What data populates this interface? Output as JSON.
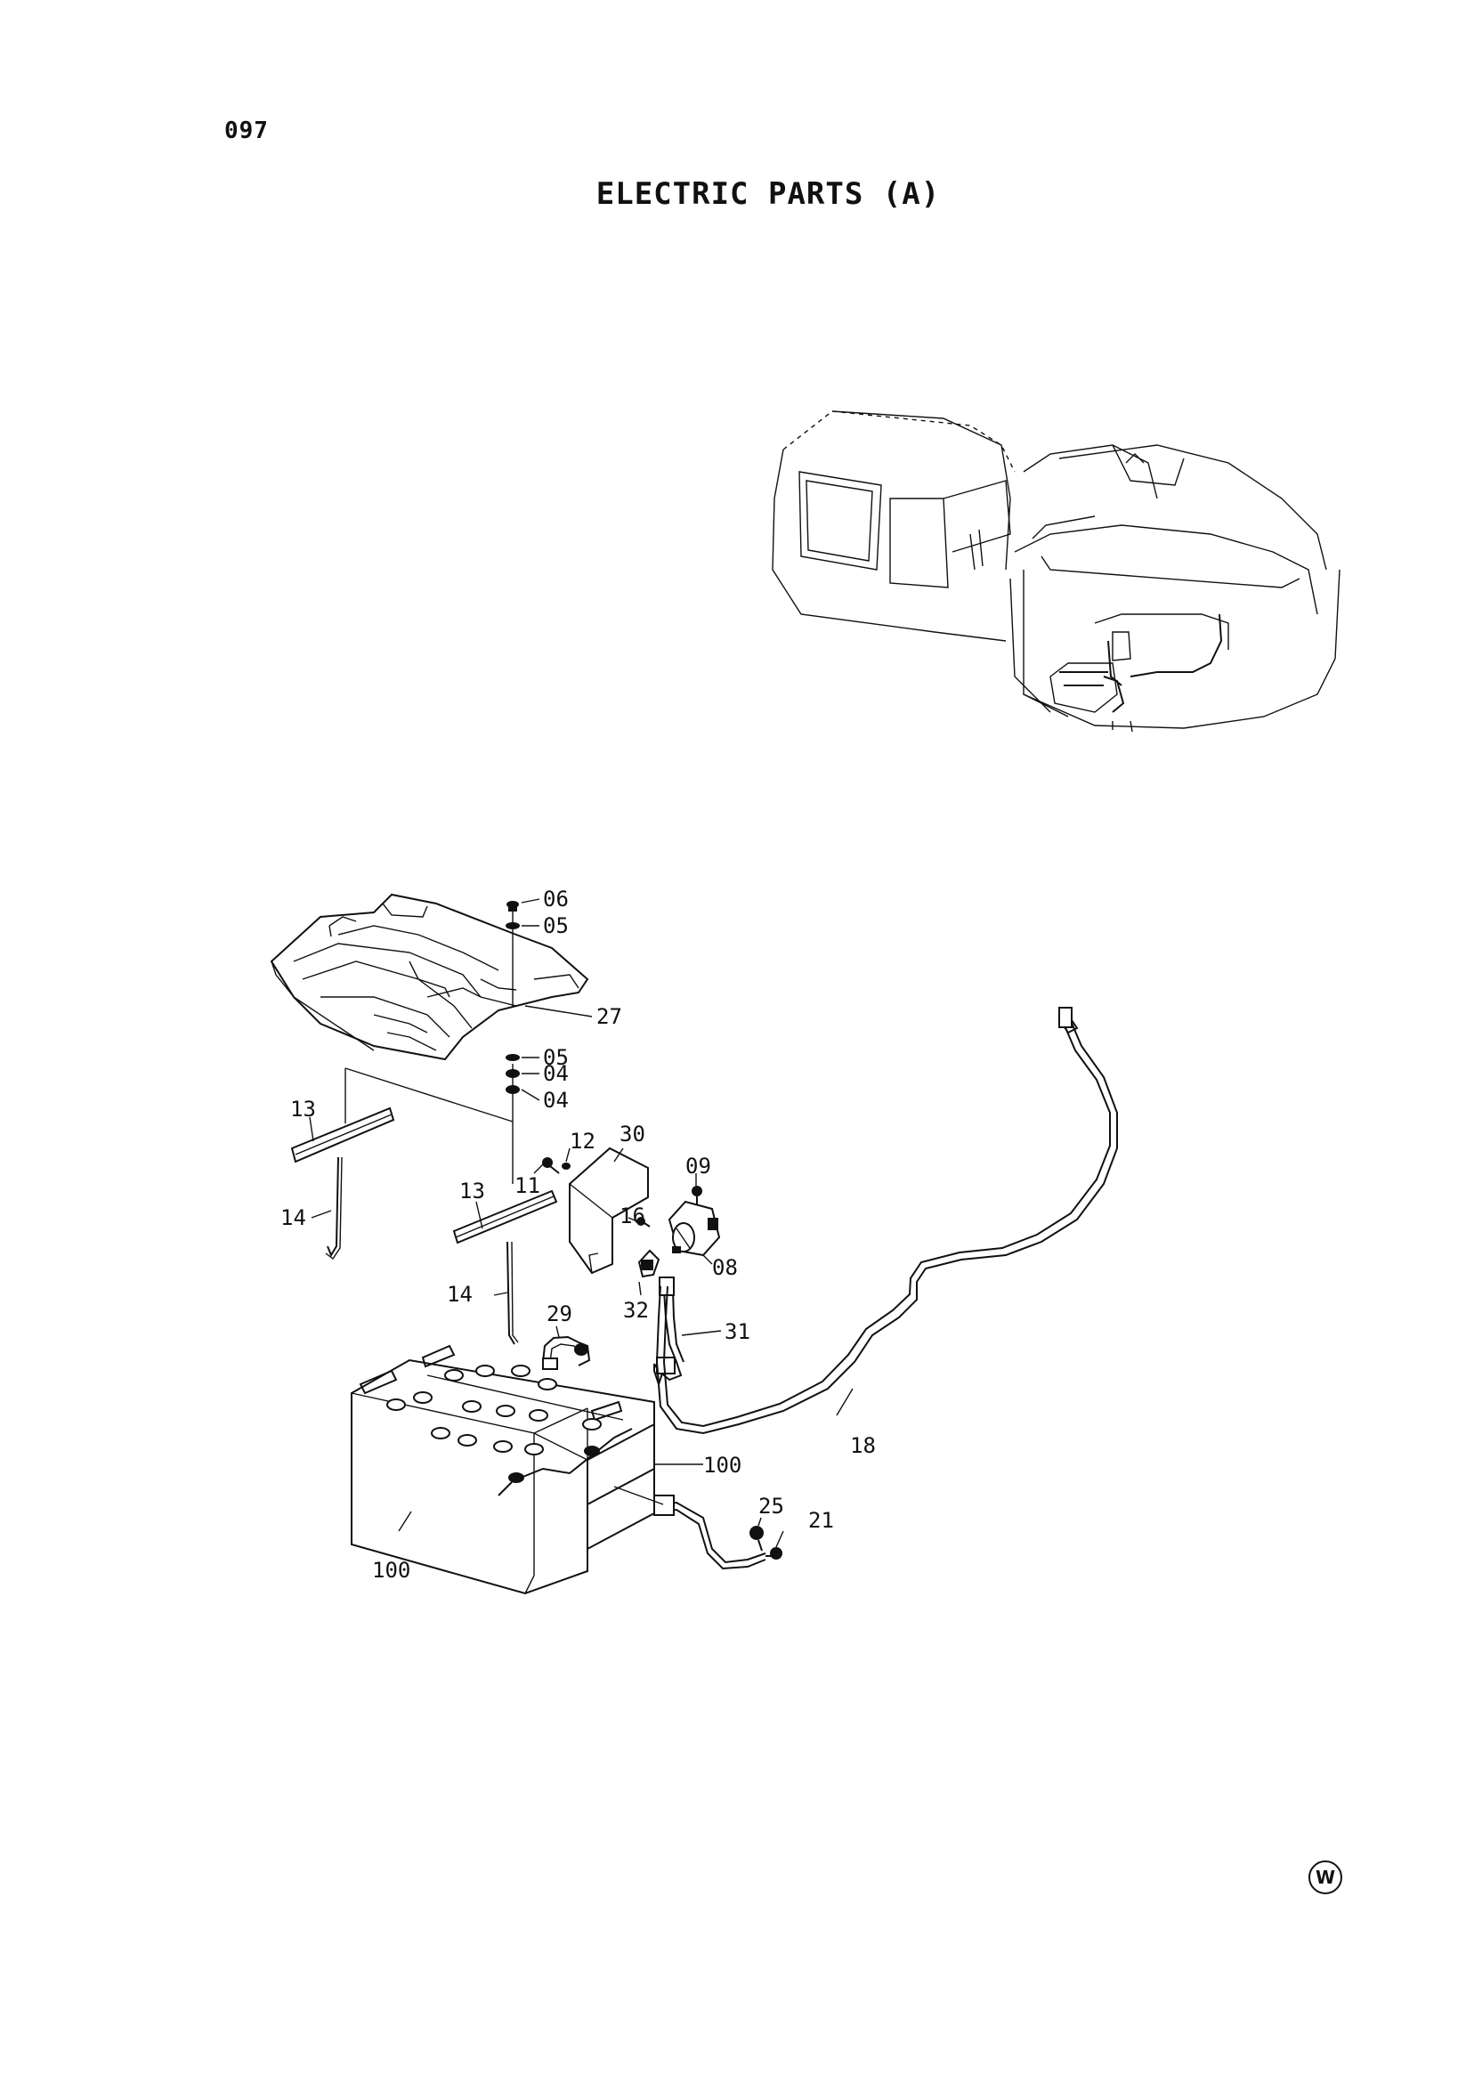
{
  "page_number": "097",
  "title": "ELECTRIC PARTS (A)",
  "corner_mark": "W",
  "callouts": {
    "p06": "06",
    "p05a": "05",
    "p27": "27",
    "p05b": "05",
    "p04a": "04",
    "p04b": "04",
    "p13a": "13",
    "p12": "12",
    "p30": "30",
    "p09": "09",
    "p11": "11",
    "p13b": "13",
    "p14a": "14",
    "p16": "16",
    "p08": "08",
    "p32": "32",
    "p14b": "14",
    "p29": "29",
    "p31": "31",
    "p18": "18",
    "p100a": "100",
    "p25": "25",
    "p21": "21",
    "p100b": "100"
  }
}
